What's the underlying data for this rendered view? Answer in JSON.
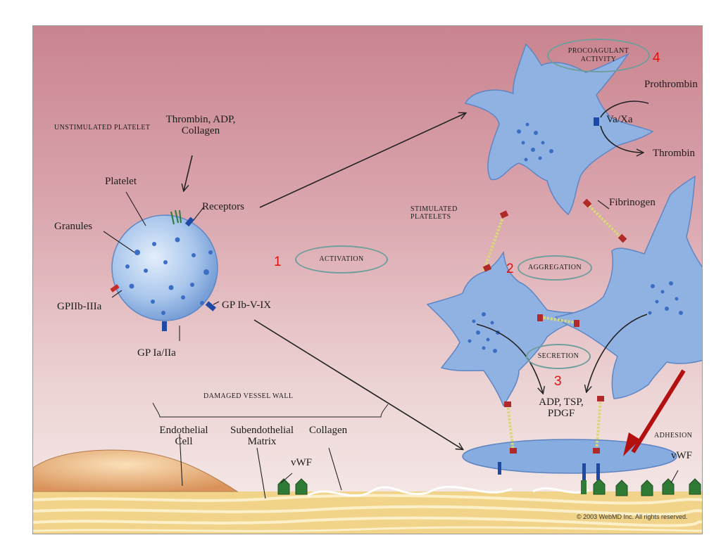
{
  "figure": {
    "unstimulated_title": "UNSTIMULATED PLATELET",
    "agonists": "Thrombin, ADP, Collagen",
    "platelet": "Platelet",
    "granules": "Granules",
    "receptors": "Receptors",
    "gp2b3a": "GPIIb-IIIa",
    "gp1b": "GP Ib-V-IX",
    "gp1a": "GP Ia/IIa",
    "stimulated_title": "STIMULATED PLATELETS",
    "procoagulant": "PROCOAGULANT ACTIVITY",
    "prothrombin": "Prothrombin",
    "vaxa": "Va/Xa",
    "thrombin": "Thrombin",
    "fibrinogen": "Fibrinogen",
    "activation": "ACTIVATION",
    "aggregation": "AGGREGATION",
    "secretion": "SECRETION",
    "secreted_products": "ADP, TSP, PDGF",
    "adhesion": "ADHESION",
    "vwf": "vWF",
    "damaged_wall": "DAMAGED VESSEL WALL",
    "endothelial": "Endothelial Cell",
    "subendothelial": "Subendothelial Matrix",
    "collagen": "Collagen",
    "copyright": "© 2003 WebMD Inc. All rights reserved.",
    "step1": "1",
    "step2": "2",
    "step3": "3",
    "step4": "4"
  },
  "colors": {
    "accent_red": "#e01010",
    "platelet_blue": "#8fb4e2",
    "oval_border": "#6f9e9c",
    "background_top": "#c98a95",
    "background_bottom": "#f6ecec",
    "collagen_yellow": "#f3d98c"
  }
}
